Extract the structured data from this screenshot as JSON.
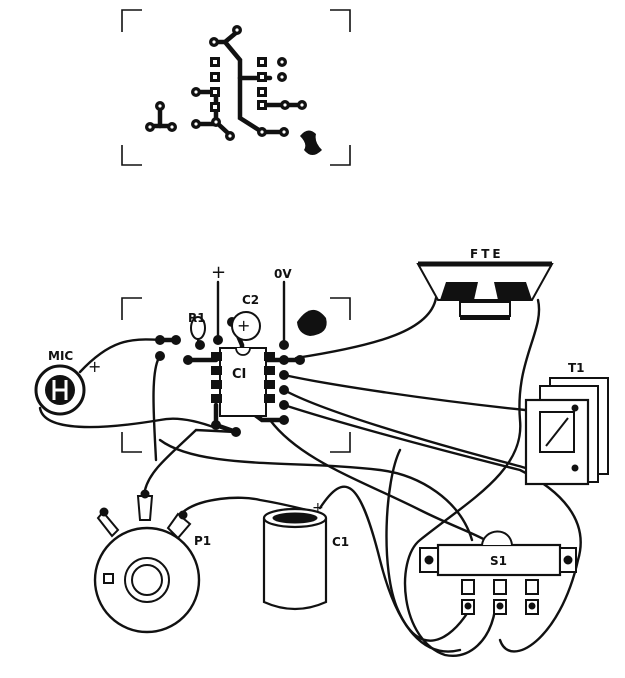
{
  "colors": {
    "ink": "#111111",
    "paper": "#ffffff",
    "copper": "#111111"
  },
  "labels": {
    "plus_supply": "+",
    "zero_volt": "0V",
    "c2": "C2",
    "c2_plus": "+",
    "r1": "R1",
    "mic": "MIC",
    "mic_plus": "+",
    "ci": "CI",
    "speaker": "FTE",
    "t1": "T1",
    "p1": "P1",
    "c1": "C1",
    "c1_plus": "+",
    "s1": "S1"
  },
  "icons": {
    "speaker": "loudspeaker-icon",
    "microphone": "microphone-icon",
    "transformer": "transformer-icon",
    "potentiometer": "potentiometer-icon",
    "capacitor": "electrolytic-capacitor-icon",
    "switch": "slide-switch-icon",
    "ic": "dip8-ic-icon"
  }
}
